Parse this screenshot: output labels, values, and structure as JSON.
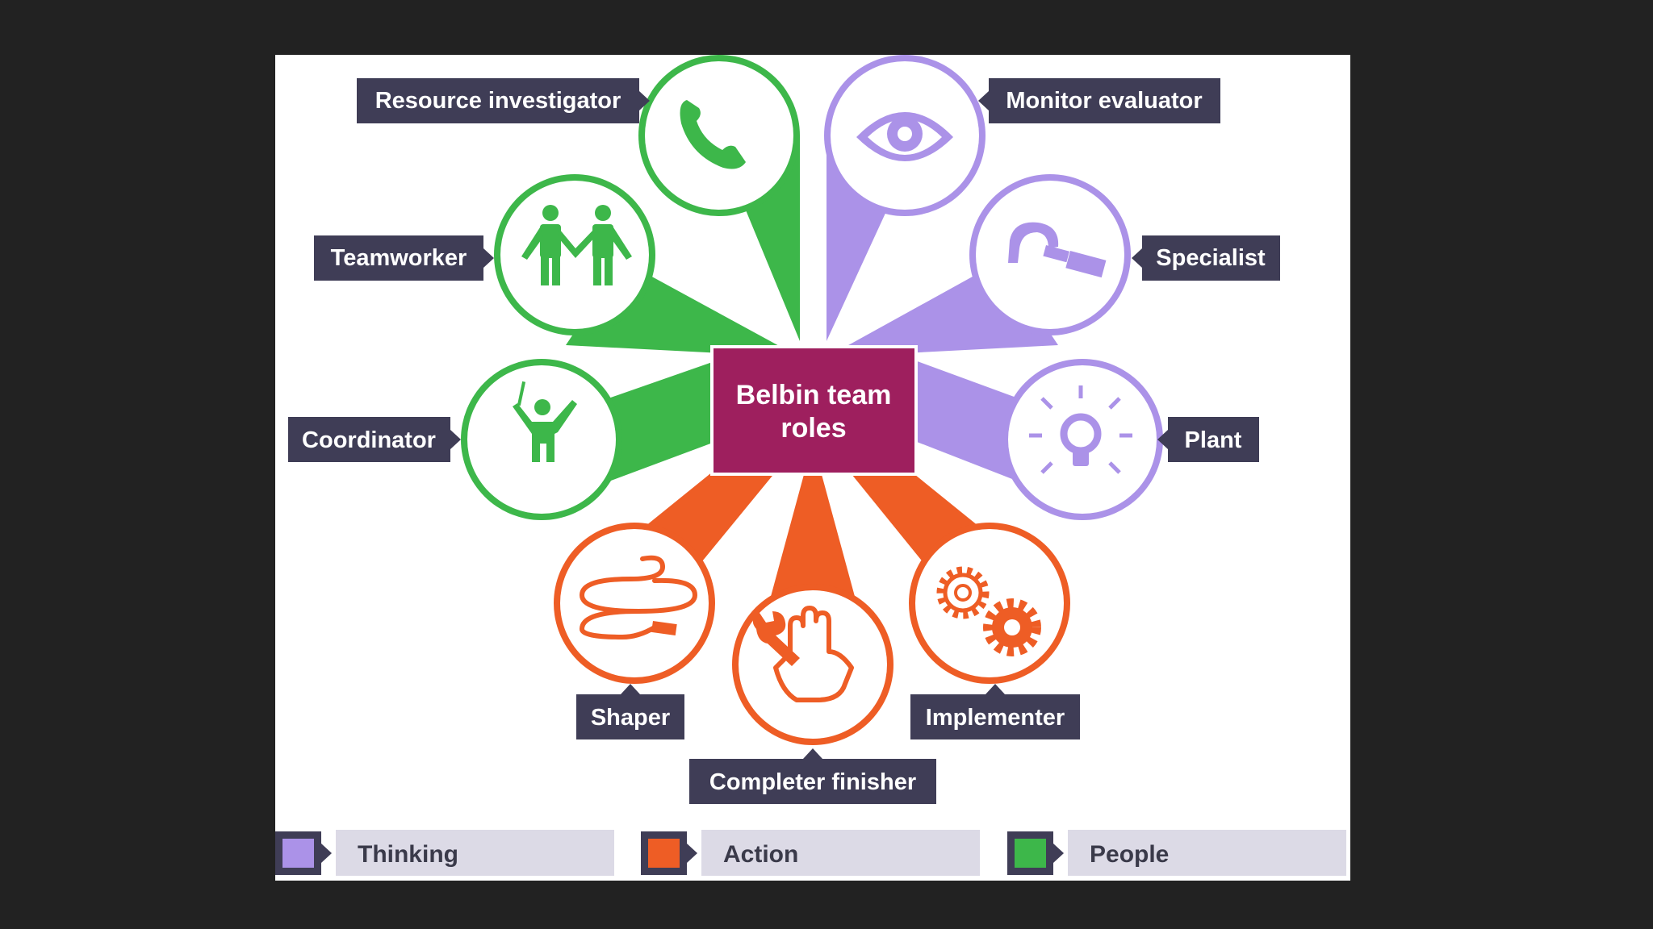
{
  "center": {
    "line1": "Belbin team",
    "line2": "roles"
  },
  "colors": {
    "thinking": "#ab92e8",
    "action": "#ee5d25",
    "people": "#3db74a",
    "label_box": "#3f3d56",
    "center_box": "#9e1f5e",
    "legend_bar": "#dcdae6"
  },
  "roles": [
    {
      "name": "Resource investigator",
      "group": "people",
      "icon": "phone-icon"
    },
    {
      "name": "Teamworker",
      "group": "people",
      "icon": "two-people-icon"
    },
    {
      "name": "Coordinator",
      "group": "people",
      "icon": "conductor-icon"
    },
    {
      "name": "Monitor evaluator",
      "group": "thinking",
      "icon": "eye-icon"
    },
    {
      "name": "Specialist",
      "group": "thinking",
      "icon": "micrometer-icon"
    },
    {
      "name": "Plant",
      "group": "thinking",
      "icon": "lightbulb-icon"
    },
    {
      "name": "Shaper",
      "group": "action",
      "icon": "rope-icon"
    },
    {
      "name": "Completer finisher",
      "group": "action",
      "icon": "hand-wrench-icon"
    },
    {
      "name": "Implementer",
      "group": "action",
      "icon": "gears-icon"
    }
  ],
  "legend": [
    {
      "label": "Thinking",
      "color": "#ab92e8"
    },
    {
      "label": "Action",
      "color": "#ee5d25"
    },
    {
      "label": "People",
      "color": "#3db74a"
    }
  ]
}
